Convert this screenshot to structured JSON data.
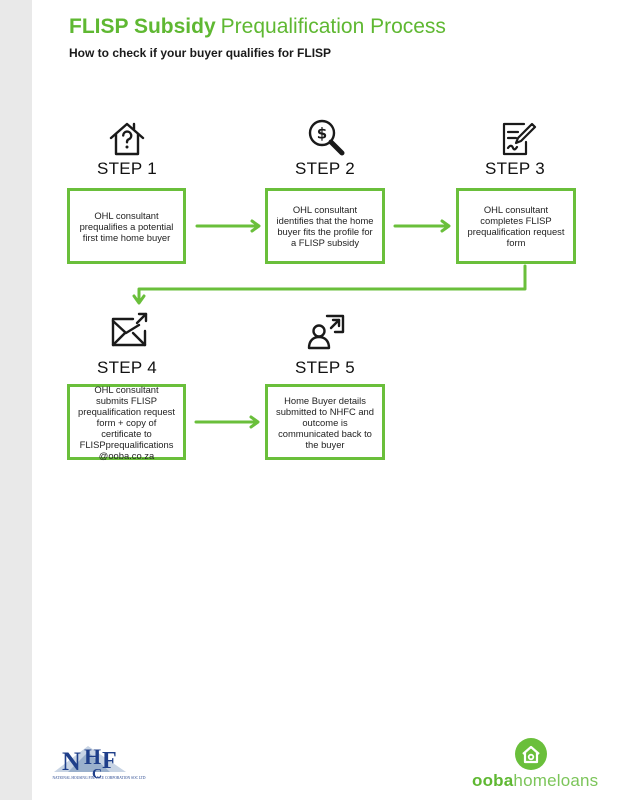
{
  "header": {
    "title_bold": "FLISP Subsidy",
    "title_light": "Prequalification Process",
    "subtitle": "How to check if your buyer qualifies for FLISP"
  },
  "colors": {
    "accent_green": "#6abf3b",
    "nhfc_navy": "#1f3f8a"
  },
  "steps": [
    {
      "label": "STEP 1",
      "icon": "house-question-icon",
      "text": "OHL consultant prequalifies a potential first time home buyer"
    },
    {
      "label": "STEP 2",
      "icon": "money-search-icon",
      "text": "OHL consultant identifies that the home buyer fits the profile for a FLISP subsidy"
    },
    {
      "label": "STEP 3",
      "icon": "document-pen-icon",
      "text": "OHL consultant completes FLISP prequalification request form"
    },
    {
      "label": "STEP 4",
      "icon": "mail-send-icon",
      "text": "OHL consultant submits FLISP prequalification request form + copy of certificate to FLISPprequalifications @ooba.co.za"
    },
    {
      "label": "STEP 5",
      "icon": "user-arrow-icon",
      "text": "Home Buyer details submitted to NHFC and outcome is communicated back to the buyer"
    }
  ],
  "footer": {
    "nhfc_caption": "NATIONAL HOUSING FINANCE CORPORATION SOC LTD",
    "ooba_strong": "ooba",
    "ooba_light": "homeloans"
  }
}
